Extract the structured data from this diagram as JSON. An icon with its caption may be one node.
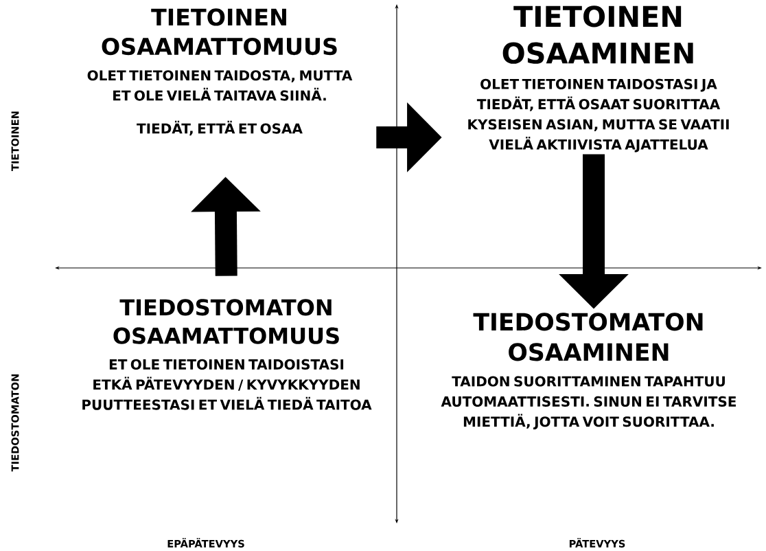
{
  "diagram": {
    "nodes": [
      {
        "text": [
          "TIETOINEN OSAAMATTOMUUS",
          "OLET TIETOINEN TAIDOSTA, MUTTA ET OLE VIELÄ TAITAVA SIINÄ.",
          "TIEDÄT, ETTÄ ET OSAA"
        ]
      },
      {
        "text": [
          "TIETOINEN OSAAMINEN",
          "OLET TIETOINEN TAIDOSTASI JA TIEDÄT, ETTÄ OSAAT SUORITTAA KYSEISEN ASIAN, MUTTA SE VAATII VIELÄ AKTIIVISTA AJATTELUA"
        ]
      },
      {
        "text": [
          "TIEDOSTOMATON OSAAMATTOMUUS",
          "ET OLE TIETOINEN TAIDOISTASI ETKÄ PÄTEVYYDEN / KYVYKKYYDEN PUUTTEESTASI ET VIELÄ TIEDÄ TAITOA"
        ]
      },
      {
        "text": [
          "TIEDOSTOMATON OSAAMINEN",
          "TAIDON SUORITTAMINEN TAPAHTUU AUTOMAATTISESTI. SINUN EI TARVITSE MIETTIÄ, JOTTA VOIT SUORITTAA."
        ]
      }
    ],
    "edges": [
      {
        "from": 2,
        "to": 0,
        "arrow": "to"
      },
      {
        "from": 0,
        "to": 1,
        "arrow": "to"
      },
      {
        "from": 1,
        "to": 3,
        "arrow": "to"
      }
    ],
    "labels": [
      "TIETOINEN",
      "TIEDOSTOMATON",
      "EPÄPÄTEVYYS",
      "PÄTEVYYS"
    ]
  }
}
